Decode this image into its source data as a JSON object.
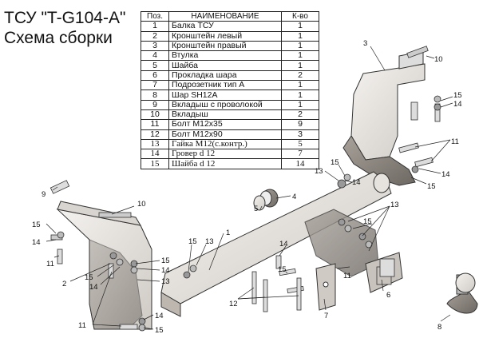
{
  "title": "ТСУ \"T-G104-A\"",
  "subtitle": "Схема сборки",
  "table": {
    "headers": [
      "Поз.",
      "НАИМЕНОВАНИЕ",
      "К-во"
    ],
    "rows": [
      {
        "pos": "1",
        "name": "Балка ТСУ",
        "qty": "1"
      },
      {
        "pos": "2",
        "name": "Кронштейн левый",
        "qty": "1"
      },
      {
        "pos": "3",
        "name": "Кронштейн правый",
        "qty": "1"
      },
      {
        "pos": "4",
        "name": "Втулка",
        "qty": "1"
      },
      {
        "pos": "5",
        "name": "Шайба",
        "qty": "1"
      },
      {
        "pos": "6",
        "name": "Прокладка шара",
        "qty": "2"
      },
      {
        "pos": "7",
        "name": "Подрозетник тип А",
        "qty": "1"
      },
      {
        "pos": "8",
        "name": "Шар SH12A",
        "qty": "1"
      },
      {
        "pos": "9",
        "name": "Вкладыш с проволокой",
        "qty": "1"
      },
      {
        "pos": "10",
        "name": "Вкладыш",
        "qty": "2"
      },
      {
        "pos": "11",
        "name": "Болт М12х35",
        "qty": "9"
      },
      {
        "pos": "12",
        "name": "Болт М12х90",
        "qty": "3"
      },
      {
        "pos": "13",
        "name": "Гайка М12(с.контр.)",
        "qty": "5"
      },
      {
        "pos": "14",
        "name": "Гровер d 12",
        "qty": "7"
      },
      {
        "pos": "15",
        "name": "Шайба d 12",
        "qty": "14"
      }
    ]
  },
  "callouts": [
    "1",
    "2",
    "3",
    "4",
    "5",
    "6",
    "7",
    "8",
    "9",
    "10",
    "11",
    "12",
    "13",
    "14",
    "15"
  ]
}
